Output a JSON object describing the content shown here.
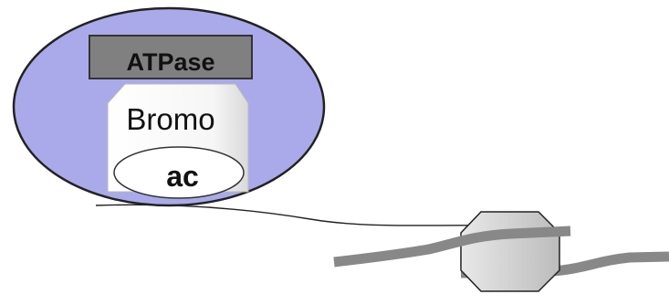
{
  "labels": {
    "atpase": "ATPase",
    "bromo": "Bromo",
    "ac": "ac"
  },
  "colors": {
    "complex_fill": "#aaaaea",
    "atpase_fill": "#808080",
    "bromo_fill": "#ffffff",
    "dna_strand": "#888888",
    "nucleosome_fill": "#cfcfcf",
    "outline": "#222222"
  }
}
